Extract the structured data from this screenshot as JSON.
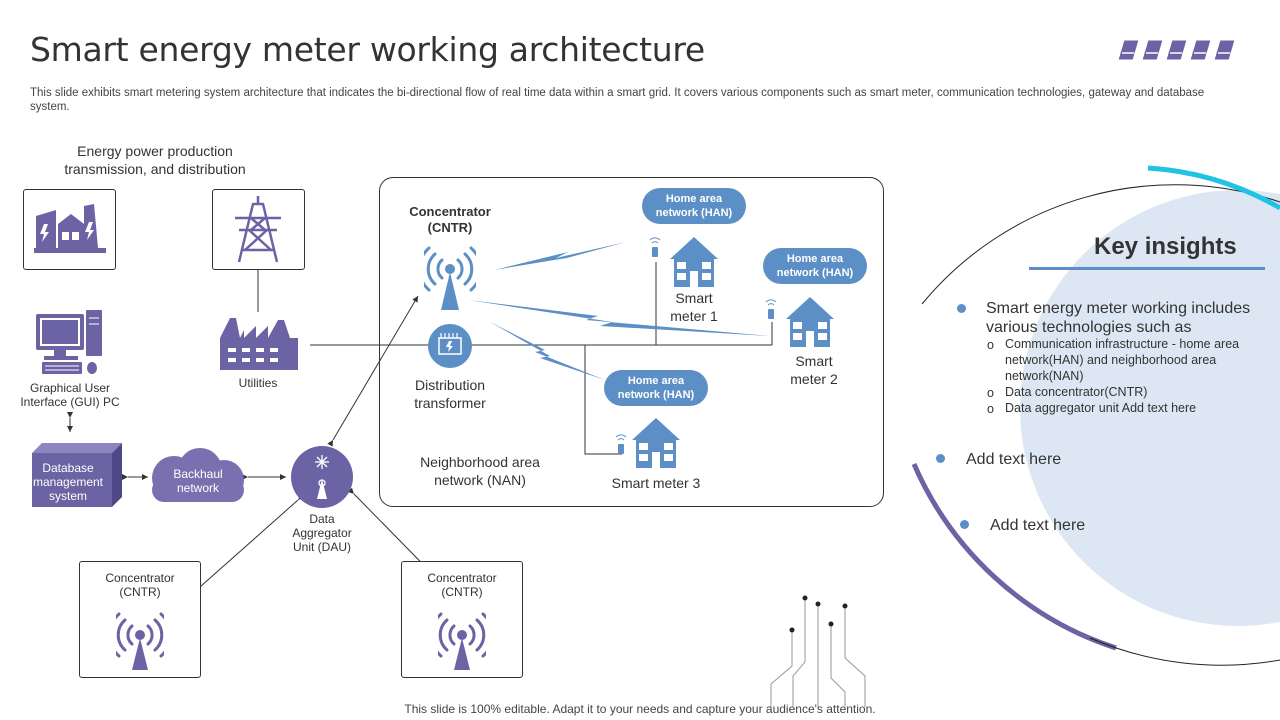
{
  "title": "Smart energy meter working architecture",
  "subtitle": "This slide exhibits smart metering system architecture that indicates the bi-directional flow of real time data within a smart grid. It covers various components such as smart meter, communication technologies, gateway and database system.",
  "diagram": {
    "production_label_line1": "Energy power production",
    "production_label_line2": "transmission, and distribution",
    "utilities": "Utilities",
    "gui_line1": "Graphical User",
    "gui_line2": "Interface (GUI) PC",
    "database_line1": "Database",
    "database_line2": "management",
    "database_line3": "system",
    "backhaul_line1": "Backhaul",
    "backhaul_line2": "network",
    "dau_line1": "Data",
    "dau_line2": "Aggregator",
    "dau_line3": "Unit (DAU)",
    "concentrator_bottom_left_line1": "Concentrator",
    "concentrator_bottom_left_line2": "(CNTR)",
    "concentrator_bottom_right_line1": "Concentrator",
    "concentrator_bottom_right_line2": "(CNTR)",
    "concentrator_main_line1": "Concentrator",
    "concentrator_main_line2": "(CNTR)",
    "distribution_line1": "Distribution",
    "distribution_line2": "transformer",
    "nan_line1": "Neighborhood area",
    "nan_line2": "network (NAN)",
    "han1_line1": "Home area",
    "han1_line2": "network (HAN)",
    "han2_line1": "Home area",
    "han2_line2": "network (HAN)",
    "han3_line1": "Home area",
    "han3_line2": "network (HAN)",
    "meter1_line1": "Smart",
    "meter1_line2": "meter 1",
    "meter2_line1": "Smart",
    "meter2_line2": "meter 2",
    "meter3": "Smart meter 3"
  },
  "insights": {
    "title": "Key insights",
    "point1_line1": "Smart energy meter working includes",
    "point1_line2": "various technologies such as",
    "sub1_line1": "Communication infrastructure - home area",
    "sub1_line2": "network(HAN) and neighborhood area",
    "sub1_line3": "network(NAN)",
    "sub2": "Data concentrator(CNTR)",
    "sub3": "Data aggregator unit Add text here",
    "point2": "Add text here",
    "point3": "Add text here"
  },
  "footer": "This slide is 100% editable. Adapt it to your needs and capture your audience's attention.",
  "colors": {
    "purple": "#6b63a3",
    "blue": "#5b8fc5",
    "light_blue_bg": "#dde7f3",
    "cyan_arc": "#1fc3e4"
  }
}
